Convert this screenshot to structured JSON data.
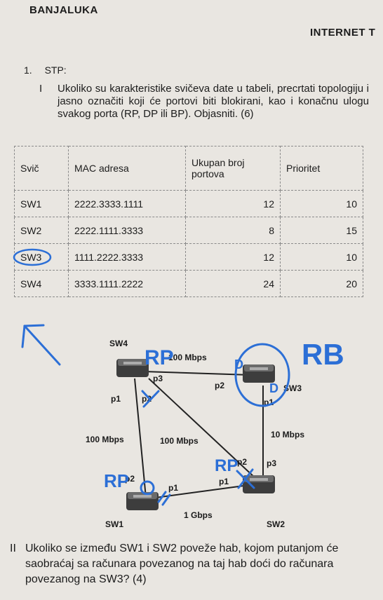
{
  "header": {
    "left": "BANJALUKA",
    "right": "INTERNET T"
  },
  "question1": {
    "number": "1.",
    "title": "STP:",
    "roman": "I",
    "text": "Ukoliko su karakteristike svičeva date u tabeli, precrtati topologiju i jasno označiti koji će portovi biti blokirani, kao i konačnu ulogu svakog porta (RP, DP ili BP). Objasniti. (6)"
  },
  "table": {
    "headers": [
      "Svič",
      "MAC adresa",
      "Ukupan broj portova",
      "Prioritet"
    ],
    "rows": [
      [
        "SW1",
        "2222.3333.1111",
        "12",
        "10"
      ],
      [
        "SW2",
        "2222.1111.3333",
        "8",
        "15"
      ],
      [
        "SW3",
        "1111.2222.3333",
        "12",
        "10"
      ],
      [
        "SW4",
        "3333.1111.2222",
        "24",
        "20"
      ]
    ]
  },
  "topology": {
    "switches": [
      "SW4",
      "SW3",
      "SW1",
      "SW2"
    ],
    "ports": [
      "p3",
      "p2",
      "p1",
      "p2",
      "p1",
      "p2",
      "p3",
      "p2",
      "p1",
      "p1"
    ],
    "speeds": [
      "100 Mbps",
      "100 Mbps",
      "100 Mbps",
      "10 Mbps",
      "1 Gbps"
    ],
    "annotations": [
      "RP",
      "RB",
      "D",
      "D",
      "RP",
      "RP"
    ]
  },
  "question2": {
    "roman": "II",
    "text": "Ukoliko se između SW1 i SW2 poveže hab, kojom putanjom će saobraćaj sa računara povezanog na taj hab doći do računara povezanog na SW3? (4)"
  },
  "colors": {
    "pen": "#2c6fd6",
    "paper": "#e9e6e1"
  }
}
